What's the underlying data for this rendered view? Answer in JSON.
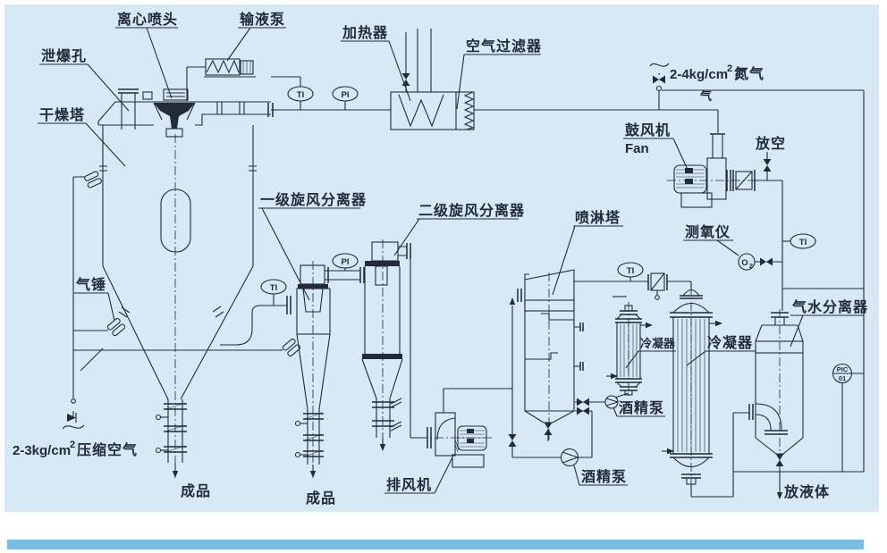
{
  "colors": {
    "panel_bg": "#d6e9f5",
    "line": "#232a38",
    "accent_bar": "#7bbde1",
    "page_bg": "#ffffff"
  },
  "equipment_labels": {
    "atomizer": "离心喷头",
    "feed_pump": "输液泵",
    "explosion_vent": "泄爆孔",
    "drying_tower": "干燥塔",
    "heater": "加热器",
    "air_filter": "空气过滤器",
    "blower_cn": "鼓风机",
    "blower_en": "Fan",
    "oxygen_analyzer": "测氧仪",
    "cyclone1": "一级旋风分离器",
    "cyclone2": "二级旋风分离器",
    "spray_tower": "喷淋塔",
    "air_hammer": "气锤",
    "exhaust_fan": "排风机",
    "condenser_small": "冷凝器",
    "condenser_large": "冷凝器",
    "gas_water_separator": "气水分离器",
    "alcohol_pump_small": "酒精泵",
    "alcohol_pump_large": "酒精泵"
  },
  "annotations": {
    "nitrogen_prefix": "2-4kg/cm",
    "nitrogen_sup": "2",
    "nitrogen_suffix": "氮气",
    "gas_tag": "气",
    "vent": "放空",
    "compressed_air_prefix": "2-3kg/cm",
    "compressed_air_sup": "2",
    "compressed_air_suffix": "压缩空气",
    "product_left": "成品",
    "product_right": "成品",
    "drain_liquid": "放液体"
  },
  "instruments": {
    "temperature": "TI",
    "pressure": "PI",
    "oxygen_main": "O",
    "oxygen_sub": "2",
    "controller_top": "PIC",
    "controller_bottom": "01"
  }
}
